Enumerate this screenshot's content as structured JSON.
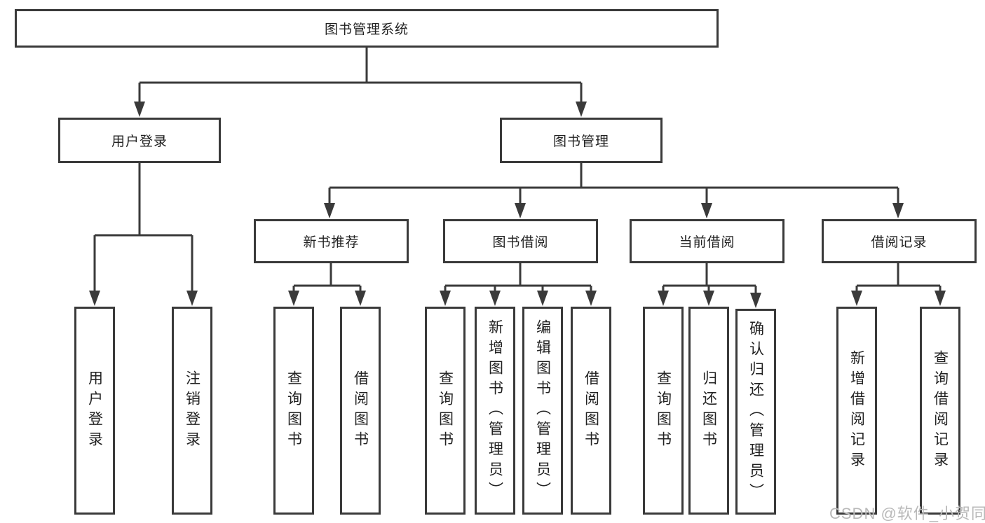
{
  "diagram": {
    "type": "hierarchy-tree",
    "root": {
      "label": "图书管理系统",
      "children": [
        {
          "label": "用户登录",
          "children": [
            {
              "label": "用户登录"
            },
            {
              "label": "注销登录"
            }
          ]
        },
        {
          "label": "图书管理",
          "children": [
            {
              "label": "新书推荐",
              "children": [
                {
                  "label": "查询图书"
                },
                {
                  "label": "借阅图书"
                }
              ]
            },
            {
              "label": "图书借阅",
              "children": [
                {
                  "label": "查询图书"
                },
                {
                  "label": "新增图书（管理员）"
                },
                {
                  "label": "编辑图书（管理员）"
                },
                {
                  "label": "借阅图书"
                }
              ]
            },
            {
              "label": "当前借阅",
              "children": [
                {
                  "label": "查询图书"
                },
                {
                  "label": "归还图书"
                },
                {
                  "label": "确认归还（管理员）"
                }
              ]
            },
            {
              "label": "借阅记录",
              "children": [
                {
                  "label": "新增借阅记录"
                },
                {
                  "label": "查询借阅记录"
                }
              ]
            }
          ]
        }
      ]
    },
    "colors": {
      "border": "#3a3a3a",
      "line": "#3a3a3a",
      "text": "#222222",
      "background": "#ffffff",
      "watermark": "#b9b9b9"
    }
  },
  "watermark": {
    "text": "CSDN @软件_小贺同学"
  }
}
